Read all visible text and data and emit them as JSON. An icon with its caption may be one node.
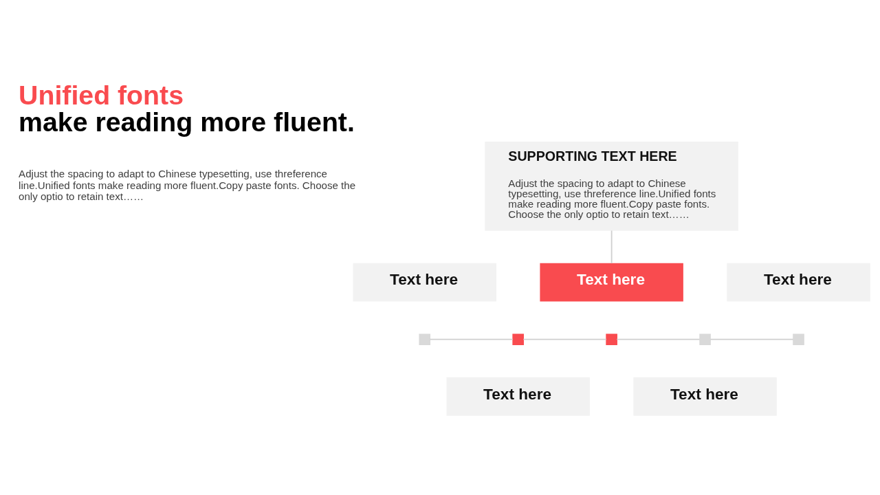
{
  "diagram": {
    "title": "Unified fonts make reading more fluent.",
    "nodes": [
      {
        "text": [
          "SUPPORTING TEXT HERE",
          "Adjust the spacing to adapt to Chinese typesetting, use threference line.Unified fonts make reading more fluent.Copy paste fonts. Choose the only optio to retain text……"
        ]
      },
      {
        "text": [
          "Text here"
        ]
      },
      {
        "text": [
          "Text here"
        ]
      },
      {
        "text": [
          "Text here"
        ]
      },
      {
        "text": [],
        "shape": "box"
      },
      {
        "text": [],
        "shape": "box"
      },
      {
        "text": [],
        "shape": "box"
      },
      {
        "text": [],
        "shape": "box"
      },
      {
        "text": [],
        "shape": "box"
      },
      {
        "text": [
          "Text here"
        ]
      },
      {
        "text": [
          "Text here"
        ]
      }
    ],
    "edges": [
      {
        "from": 2,
        "to": 0,
        "arrow": "none"
      },
      {
        "from": 4,
        "to": 5,
        "arrow": "none"
      },
      {
        "from": 5,
        "to": 6,
        "arrow": "none"
      },
      {
        "from": 6,
        "to": 7,
        "arrow": "none"
      },
      {
        "from": 7,
        "to": 8,
        "arrow": "none"
      }
    ],
    "labels": [
      "Adjust the spacing to adapt to Chinese typesetting, use threference line.Unified fonts make reading more fluent.Copy paste fonts. Choose the only optio to retain text……"
    ]
  }
}
